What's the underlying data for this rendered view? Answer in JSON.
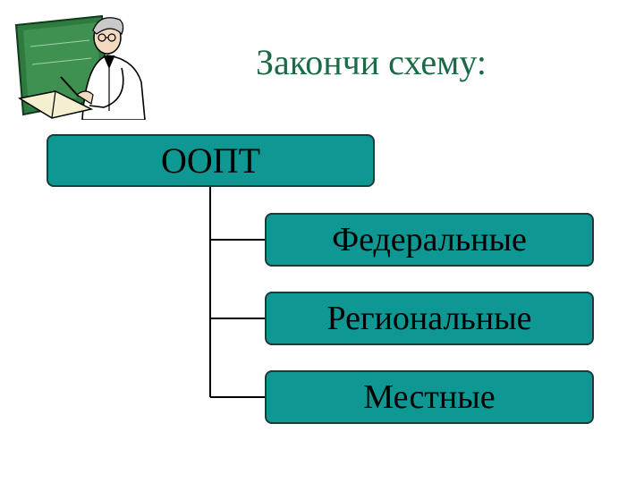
{
  "title": "Закончи схему:",
  "diagram": {
    "root": {
      "label": "ООПТ"
    },
    "children": [
      {
        "label": "Федеральные"
      },
      {
        "label": "Региональные"
      },
      {
        "label": "Местные"
      }
    ]
  },
  "colors": {
    "box_fill": "#0e9793",
    "title_text": "#1a6b45",
    "connector": "#000000"
  }
}
